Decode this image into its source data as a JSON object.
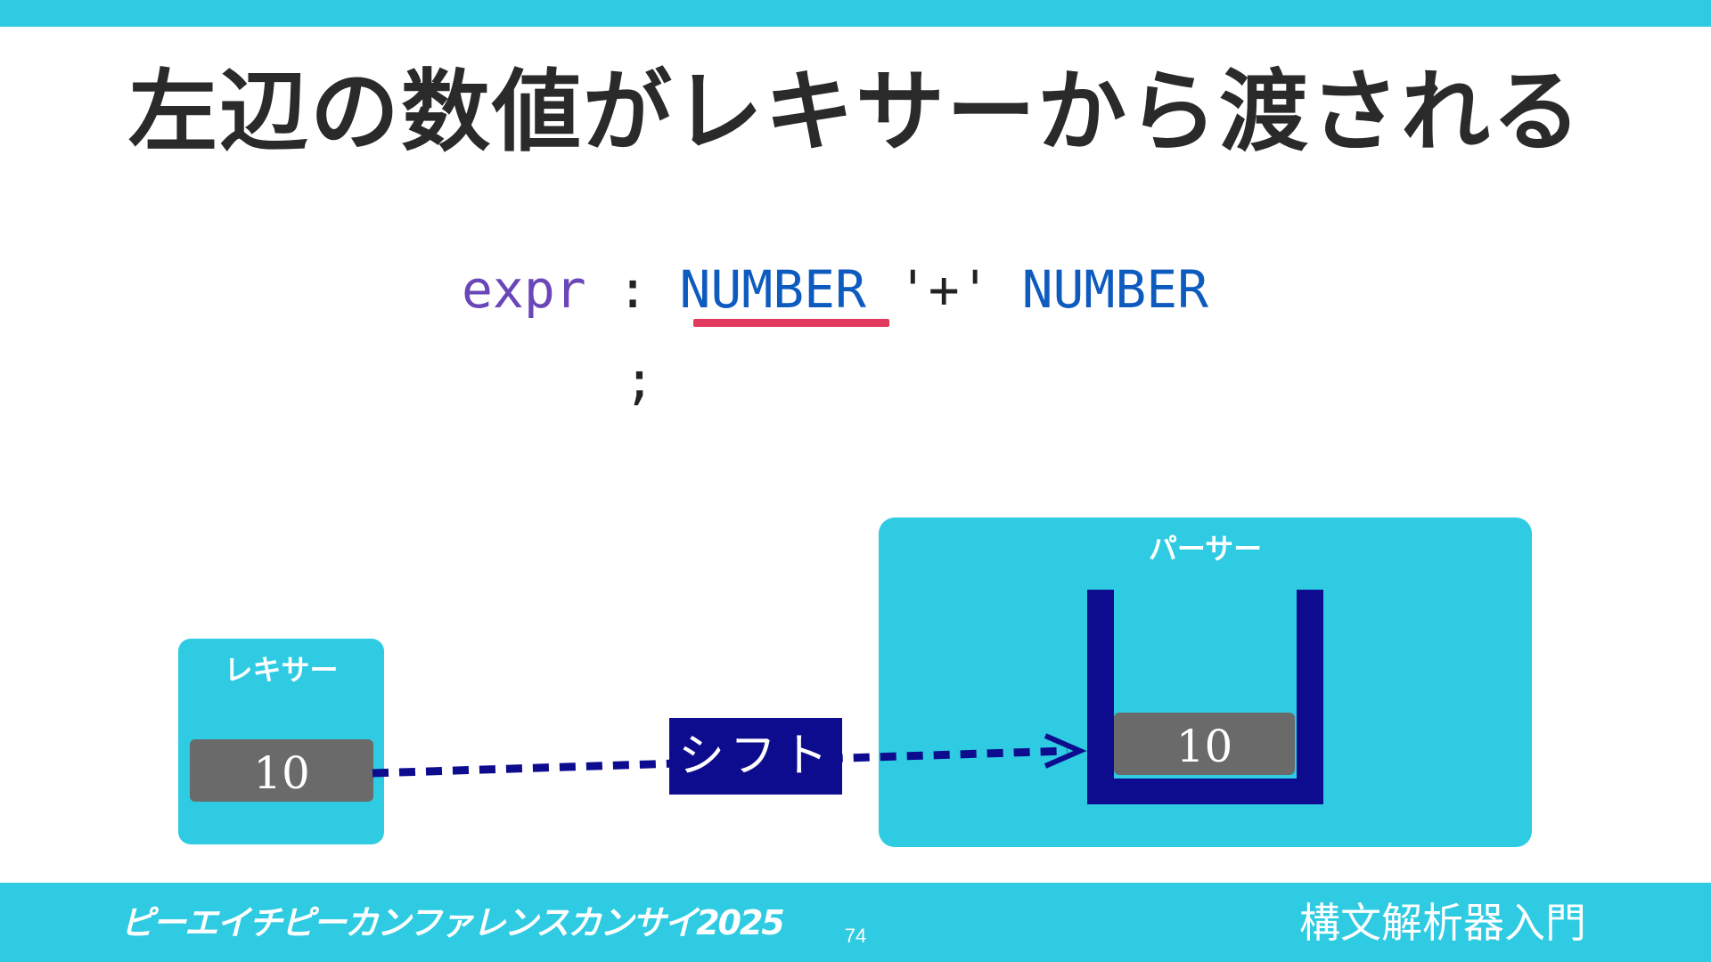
{
  "slide": {
    "title": "左辺の数値がレキサーから渡される",
    "code": {
      "line1": {
        "expr": "expr",
        "colon": " : ",
        "number1": "NUMBER",
        "plus": " '+' ",
        "number2": "NUMBER"
      },
      "line2": ";"
    },
    "lexer": {
      "label": "レキサー",
      "token": "10"
    },
    "shift_label": "シフト",
    "parser": {
      "label": "パーサー",
      "stack_token": "10"
    }
  },
  "footer": {
    "left_text": "ピーエイチピーカンファレンスカンサイ2025",
    "page_number": "74",
    "right_text": "構文解析器入門"
  },
  "colors": {
    "accent_cyan": "#2ecbe2",
    "navy": "#0e0c8e",
    "token_gray": "#6a6a6a",
    "underline_red": "#e23a5e",
    "code_purple": "#6a46b8",
    "code_blue": "#0e5bbf"
  }
}
